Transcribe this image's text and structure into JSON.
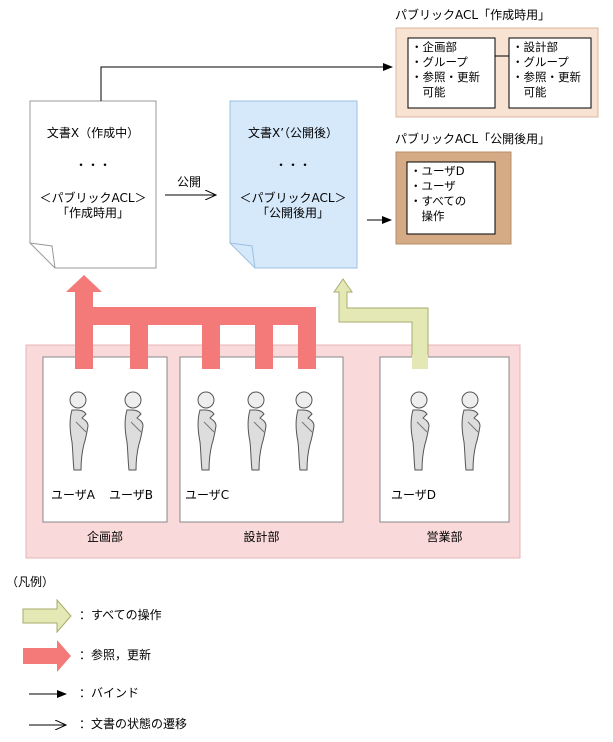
{
  "acl_create": {
    "title": "パブリックACL「作成時用」",
    "box1": [
      "・企画部",
      "・グループ",
      "・参照・更新",
      "　可能"
    ],
    "box2": [
      "・設計部",
      "・グループ",
      "・参照・更新",
      "　可能"
    ]
  },
  "acl_public": {
    "title": "パブリックACL「公開後用」",
    "box": [
      "・ユーザD",
      "・ユーザ",
      "・すべての",
      "　操作"
    ]
  },
  "doc_x": {
    "title": "文書X（作成中）",
    "dots": "・・・",
    "acl_line1": "＜パブリックACL＞",
    "acl_line2": "「作成時用」"
  },
  "doc_x2": {
    "title": "文書X’（公開後）",
    "dots": "・・・",
    "acl_line1": "＜パブリックACL＞",
    "acl_line2": "「公開後用」"
  },
  "transition_label": "公開",
  "users": {
    "a": "ユーザA",
    "b": "ユーザB",
    "c": "ユーザC",
    "d": "ユーザD"
  },
  "departments": {
    "planning": "企画部",
    "design": "設計部",
    "sales": "営業部"
  },
  "legend": {
    "title": "（凡例）",
    "all_ops": "：すべての操作",
    "ref_update": "：参照，更新",
    "bind": "：バインド",
    "transition": "：文書の状態の遷移"
  },
  "colors": {
    "red_arrow": "#f47a7a",
    "yellow_arrow": "#e3e8b4",
    "group_bg": "#f9d9d9",
    "acl_create_bg": "#f8e2d2",
    "acl_public_bg": "#d5ab86",
    "doc_public_bg": "#d6e9fb"
  }
}
